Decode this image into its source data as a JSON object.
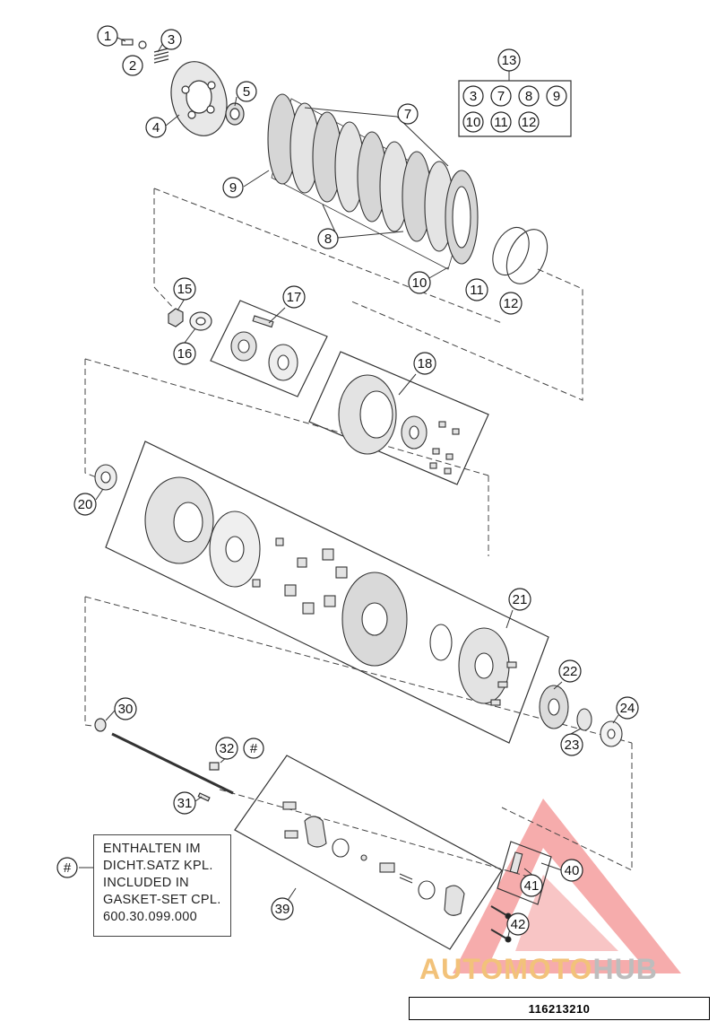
{
  "callouts": [
    "1",
    "2",
    "3",
    "4",
    "5",
    "7",
    "8",
    "9",
    "10",
    "11",
    "12",
    "13",
    "15",
    "16",
    "17",
    "18",
    "20",
    "21",
    "22",
    "23",
    "24",
    "30",
    "31",
    "32",
    "39",
    "40",
    "41",
    "42",
    "#"
  ],
  "kit_box_numbers": [
    "3",
    "7",
    "8",
    "9",
    "10",
    "11",
    "12"
  ],
  "note": {
    "marker": "#",
    "lines": [
      "ENTHALTEN IM",
      "DICHT.SATZ KPL.",
      "INCLUDED IN",
      "GASKET-SET CPL.",
      "600.30.099.000"
    ]
  },
  "drawing_number": "116213210",
  "watermark": {
    "part1": "AUTOMOTO",
    "part2": "HUB",
    "color_accent": "#f2c27a",
    "color_gray": "#bdbdbd",
    "triangle_color": "#f06a6a"
  },
  "colors": {
    "line": "#333333",
    "fill_light": "#e8e8e8",
    "fill_mid": "#bdbdbd"
  }
}
